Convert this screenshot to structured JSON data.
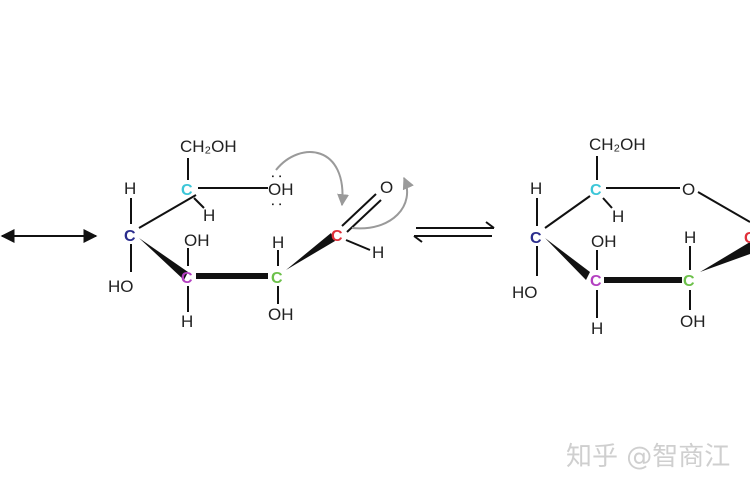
{
  "colors": {
    "c1": "#e0303a",
    "c2": "#6cc04a",
    "c3": "#b33fc0",
    "c4": "#2a2c8c",
    "c5": "#3cc6d8",
    "ring_oxygen": "#c07a3a",
    "curved_arrow": "#9a9a9a",
    "bond": "#111111"
  },
  "open_chain": {
    "carbon_symbol": "C",
    "ch2oh": "CH₂OH",
    "oh_hydroxyl_label": "OH",
    "lone_pair": ":",
    "carbonyl_o": "O",
    "c1_h": "H",
    "c2_h": "H",
    "c2_oh": "OH",
    "c3_oh": "OH",
    "c3_h": "H",
    "c4_h": "H",
    "c4_ho": "HO",
    "c5_h": "H"
  },
  "ring": {
    "carbon_symbol": "C",
    "ch2oh": "CH₂OH",
    "ring_o": "O",
    "c5_h": "H",
    "c4_h": "H",
    "c4_ho": "HO",
    "c3_oh": "OH",
    "c3_h": "H",
    "c2_h": "H",
    "c2_oh": "OH"
  },
  "watermark": {
    "text": "知乎 @智商江"
  },
  "icons": {
    "resonance_arrow": "double-headed-arrow-icon",
    "equilibrium_arrow": "equilibrium-arrows-icon",
    "curved_arrow": "curved-arrow-icon"
  }
}
